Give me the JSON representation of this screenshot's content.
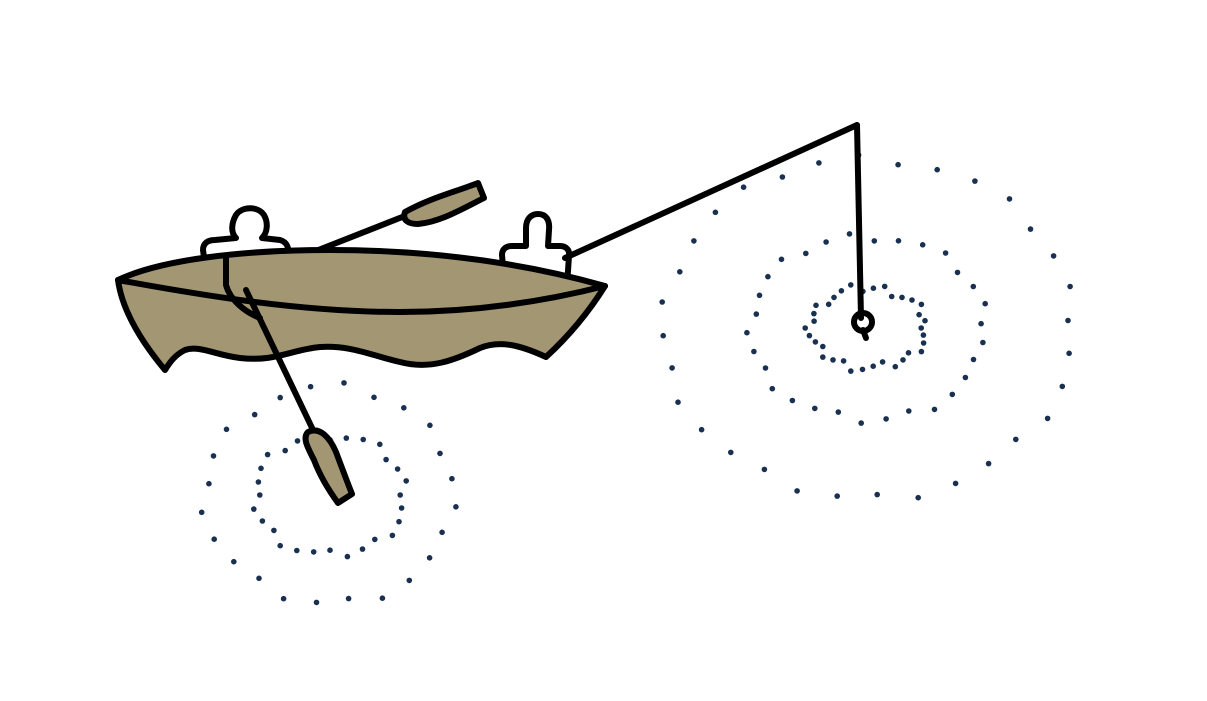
{
  "colors": {
    "background": "#ffffff",
    "outline": "#000000",
    "boat": "#a39673",
    "ripple_dots": "#1a3050",
    "person": "#ffffff"
  },
  "elements": {
    "boat": "rowboat",
    "people": [
      "rower",
      "fisher"
    ],
    "oars": [
      "upper-oar",
      "lower-oar"
    ],
    "fishing_line": "rod-and-line",
    "ripples": [
      "oar-ripple",
      "hook-ripple"
    ]
  }
}
